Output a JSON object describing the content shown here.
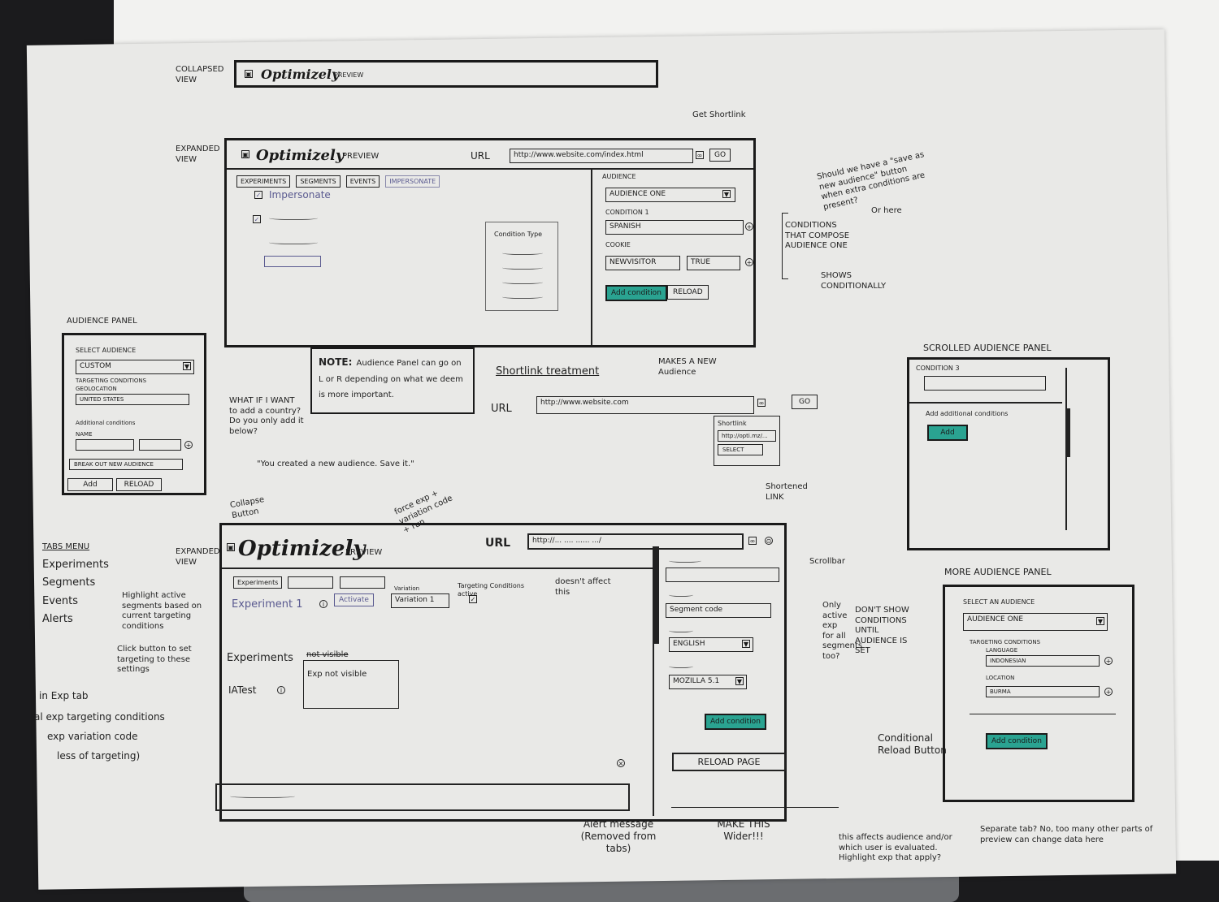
{
  "collapsed": {
    "label": "COLLAPSED VIEW",
    "brand": "Optimizely",
    "brand_suffix": "PREVIEW"
  },
  "expanded_top": {
    "label": "EXPANDED VIEW",
    "brand": "Optimizely",
    "brand_suffix": "PREVIEW",
    "url_label": "URL",
    "url_value": "http://www.website.com/index.html",
    "go": "GO",
    "get_shortlink_note": "Get Shortlink",
    "tabs": [
      "EXPERIMENTS",
      "SEGMENTS",
      "EVENTS",
      "IMPERSONATE"
    ],
    "impersonate": "Impersonate",
    "condition_type": "Condition Type",
    "audience_heading": "AUDIENCE",
    "audience_value": "AUDIENCE ONE",
    "condition1_label": "CONDITION 1",
    "condition1_value": "SPANISH",
    "cookie_label": "COOKIE",
    "cookie_name": "NEWVISITOR",
    "cookie_value": "TRUE",
    "add_condition": "Add condition",
    "reload": "RELOAD"
  },
  "annotations_top": {
    "save_as_new": "Should we have a \"save as new audience\" button when extra conditions are present?",
    "or_here": "Or here",
    "conditions_compose": "CONDITIONS THAT COMPOSE AUDIENCE ONE",
    "shows_conditionally": "SHOWS CONDITIONALLY",
    "makes_new_audience": "MAKES A NEW Audience"
  },
  "note": {
    "title": "NOTE:",
    "body": "Audience Panel can go on L or R depending on what we deem is more important."
  },
  "shortlink": {
    "title": "Shortlink treatment",
    "url_label": "URL",
    "url_value": "http://www.website.com",
    "go": "GO",
    "popup_title": "Shortlink",
    "popup_value": "http://opti.mz/...",
    "popup_button": "SELECT"
  },
  "audience_panel": {
    "title": "AUDIENCE PANEL",
    "select_label": "SELECT AUDIENCE",
    "select_value": "CUSTOM",
    "targeting_label": "TARGETING CONDITIONS",
    "geo_label": "GEOLOCATION",
    "geo_value": "UNITED STATES",
    "additional_label": "Additional conditions",
    "name_label": "NAME",
    "break_out": "BREAK OUT NEW AUDIENCE",
    "add": "Add",
    "reload": "RELOAD",
    "what_if": "WHAT IF I WANT to add a country? Do you only add it below?",
    "created_note": "\"You created a new audience. Save it.\""
  },
  "scrolled_panel": {
    "title": "SCROLLED AUDIENCE PANEL",
    "condition3": "CONDITION 3",
    "additional": "Add additional conditions",
    "add": "Add"
  },
  "expanded_bottom": {
    "label": "EXPANDED VIEW",
    "collapse_note": "Collapse Button",
    "force_note": "force exp + variation code + run",
    "shortened_note": "Shortened LINK",
    "brand": "Optimizely",
    "brand_suffix": "PREVIEW",
    "url_label": "URL",
    "url_value": "http://... .... ...... .../",
    "experiment": "Experiment 1",
    "activate": "Activate",
    "variation_label": "Variation",
    "variation_value": "Variation 1",
    "targeting_label": "Targeting Conditions active",
    "doesnt_affect": "doesn't affect this",
    "experiments_heading": "Experiments",
    "not_visible": "not visible",
    "exp_not_visible": "Exp not visible",
    "ia_test": "IATest",
    "side_segment": "Segment code",
    "side_english": "ENGLISH",
    "side_mozilla": "MOZILLA 5.1",
    "add_condition": "Add condition",
    "reload_page": "RELOAD PAGE",
    "scrollbar": "Scrollbar",
    "only_active": "Only active exp for all segments too?",
    "dont_show": "DON'T SHOW CONDITIONS UNTIL AUDIENCE IS SET",
    "conditional_reload": "Conditional Reload Button",
    "alert": "Alert message (Removed from tabs)",
    "make_wider": "MAKE THIS Wider!!!",
    "affects_note": "this affects audience and/or which user is evaluated. Highlight exp that apply?"
  },
  "tabs_menu": {
    "title": "TABS MENU",
    "items": [
      "Experiments",
      "Segments",
      "Events",
      "Alerts"
    ],
    "highlight_note": "Highlight active segments based on current targeting conditions",
    "click_note": "Click button to set targeting to these settings",
    "in_exp_tab": "in Exp tab",
    "line1": "al exp targeting conditions",
    "line2": "exp variation code",
    "line3": "less of targeting)"
  },
  "more_panel": {
    "title": "MORE AUDIENCE PANEL",
    "select_label": "SELECT AN AUDIENCE",
    "select_value": "AUDIENCE ONE",
    "targeting_label": "TARGETING CONDITIONS",
    "language_label": "LANGUAGE",
    "language_value": "INDONESIAN",
    "location_label": "LOCATION",
    "location_value": "BURMA",
    "add_condition": "Add condition",
    "separate_tab": "Separate tab? No, too many other parts of preview can change data here"
  }
}
